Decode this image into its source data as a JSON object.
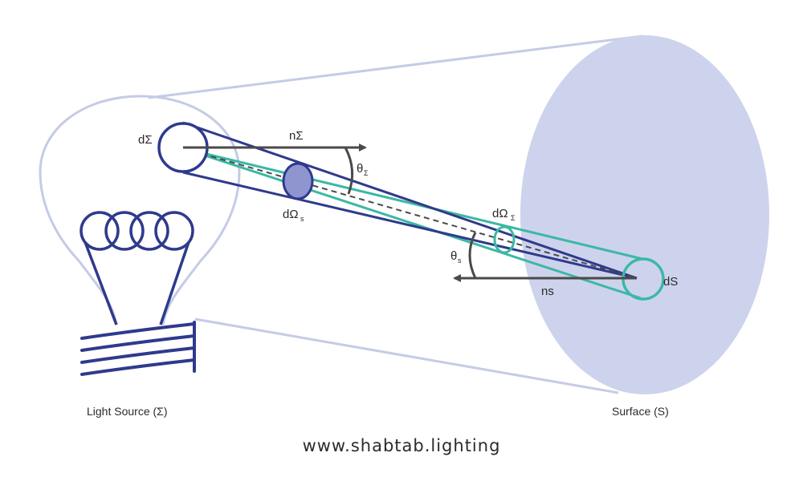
{
  "labels": {
    "d_sigma": "dΣ",
    "n_sigma": "nΣ",
    "theta_sigma": "θ",
    "theta_sigma_sub": "Σ",
    "d_omega_s": "dΩ",
    "d_omega_s_sub": "s",
    "d_omega_sigma": "dΩ",
    "d_omega_sigma_sub": "Σ",
    "theta_s": "θ",
    "theta_s_sub": "s",
    "ns": "ns",
    "ds": "dS"
  },
  "captions": {
    "light_source": "Light Source (Σ)",
    "surface": "Surface (S)",
    "website": "www.shabtab.lighting"
  },
  "colors": {
    "bulb_outline": "#c5cbe6",
    "filament_blue": "#2e3a8c",
    "surface_fill": "#cdd3ec",
    "teal": "#3cb8a4",
    "arrow_gray": "#4a4a4a",
    "solid_angle_fill": "#8e95cf"
  }
}
